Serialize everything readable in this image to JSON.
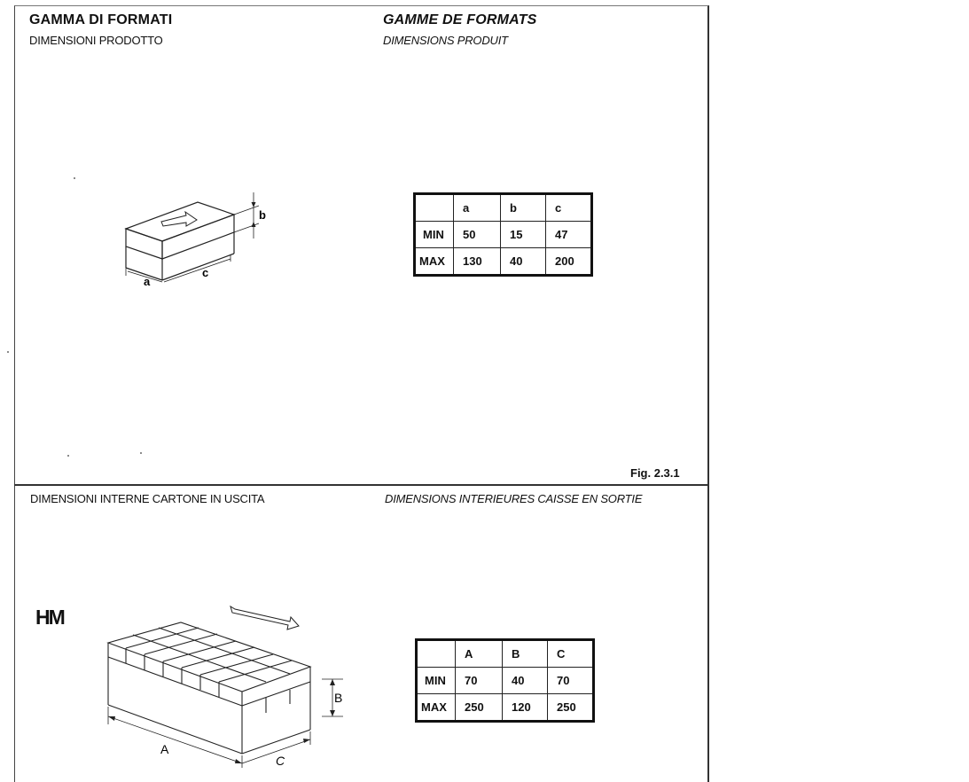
{
  "section1": {
    "title_it": "GAMMA DI FORMATI",
    "subtitle_it": "DIMENSIONI PRODOTTO",
    "title_fr": "GAMME DE FORMATS",
    "subtitle_fr": "DIMENSIONS PRODUIT",
    "diagram_labels": {
      "a": "a",
      "b": "b",
      "c": "c"
    },
    "table": {
      "headers": [
        "",
        "a",
        "b",
        "c"
      ],
      "rows": [
        [
          "MIN",
          "50",
          "15",
          "47"
        ],
        [
          "MAX",
          "130",
          "40",
          "200"
        ]
      ]
    },
    "figure_label": "Fig. 2.3.1"
  },
  "section2": {
    "subtitle_it": "DIMENSIONI INTERNE CARTONE IN USCITA",
    "subtitle_fr": "DIMENSIONS INTERIEURES CAISSE EN SORTIE",
    "model": "HM",
    "diagram_labels": {
      "A": "A",
      "B": "B",
      "C": "C"
    },
    "table": {
      "headers": [
        "",
        "A",
        "B",
        "C"
      ],
      "rows": [
        [
          "MIN",
          "70",
          "40",
          "70"
        ],
        [
          "MAX",
          "250",
          "120",
          "250"
        ]
      ]
    }
  }
}
